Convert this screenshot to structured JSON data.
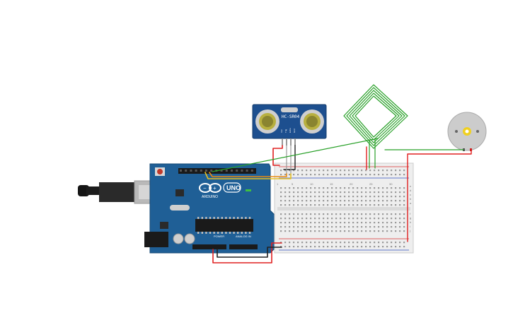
{
  "arduino": {
    "model_label": "UNO",
    "brand_label": "ARDUINO",
    "logo_icon": "arduino-infinity-icon",
    "power_label": "POWER",
    "analog_label": "ANALOG IN",
    "board_color": "#1f5f96"
  },
  "sensor": {
    "label": "HC-SR04",
    "pin_labels": [
      "Vcc",
      "Trig",
      "Echo",
      "Gnd"
    ],
    "board_color": "#1d4f8f"
  },
  "motor": {
    "icon": "dc-motor-icon"
  },
  "breadboard": {
    "row_numbers": [
      "1",
      "5",
      "10",
      "15",
      "20",
      "25",
      "30"
    ],
    "column_letters_top": [
      "a",
      "b",
      "c",
      "d",
      "e"
    ],
    "column_letters_bottom": [
      "f",
      "g",
      "h",
      "i",
      "j"
    ]
  },
  "colors": {
    "wire_red": "#e02020",
    "wire_black": "#222222",
    "wire_green": "#28a028",
    "wire_orange": "#e88a10",
    "wire_yellow": "#e8c020",
    "rail_red": "#d83030",
    "rail_blue": "#3050c0"
  }
}
